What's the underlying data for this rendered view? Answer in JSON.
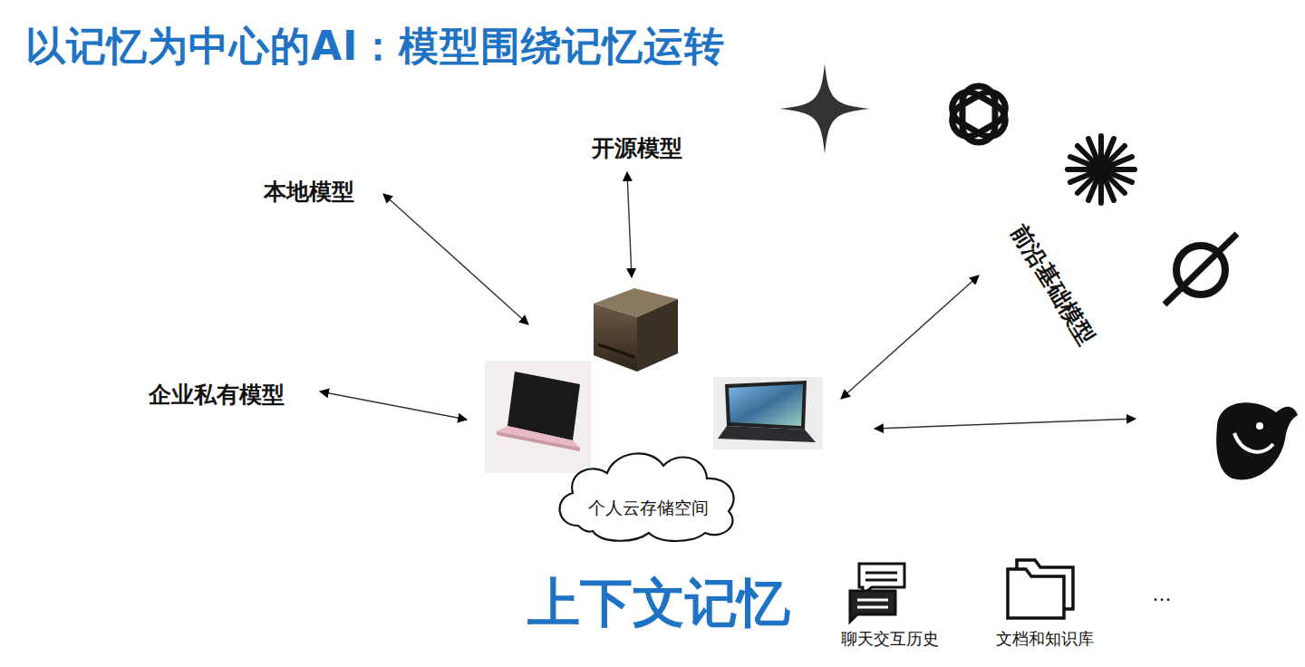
{
  "diagram": {
    "title": "以记忆为中心的AI：模型围绕记忆运转",
    "nodes": [
      {
        "text": [
          "个人云存储空间"
        ]
      }
    ],
    "labels": [
      "开源模型",
      "本地模型",
      "企业私有模型",
      "前沿基础模型",
      "上下文记忆",
      "聊天交互历史",
      "文档和知识库",
      "..."
    ]
  }
}
